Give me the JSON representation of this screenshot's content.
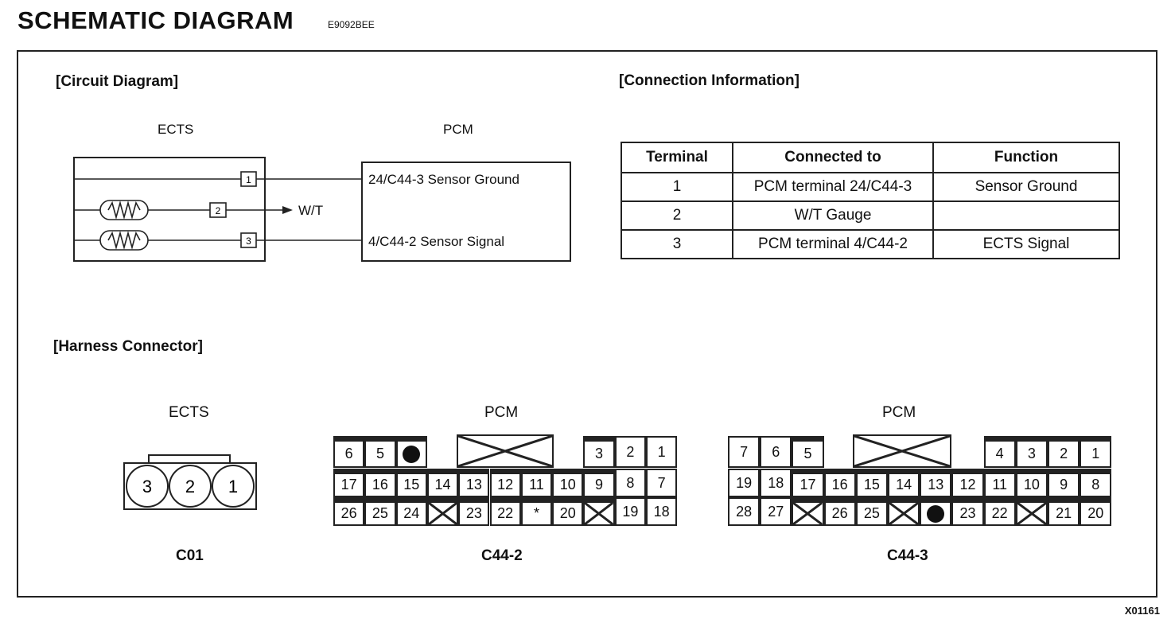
{
  "header": {
    "title": "SCHEMATIC DIAGRAM",
    "code": "E9092BEE"
  },
  "circuit": {
    "section_title": "[Circuit Diagram]",
    "ects_label": "ECTS",
    "pcm_label": "PCM",
    "pins": [
      "1",
      "2",
      "3"
    ],
    "wt_label": "W/T",
    "pcm_line1": "24/C44-3 Sensor Ground",
    "pcm_line2": "4/C44-2 Sensor Signal"
  },
  "connection": {
    "section_title": "[Connection Information]",
    "headers": [
      "Terminal",
      "Connected to",
      "Function"
    ],
    "rows": [
      [
        "1",
        "PCM terminal 24/C44-3",
        "Sensor Ground"
      ],
      [
        "2",
        "W/T Gauge",
        ""
      ],
      [
        "3",
        "PCM terminal 4/C44-2",
        "ECTS Signal"
      ]
    ]
  },
  "harness": {
    "section_title": "[Harness Connector]",
    "ects": {
      "label": "ECTS",
      "pins": [
        "3",
        "2",
        "1"
      ],
      "name": "C01"
    },
    "c442": {
      "label": "PCM",
      "name": "C44-2",
      "row1": [
        "6",
        "5",
        "",
        "3",
        "2",
        "1"
      ],
      "row2": [
        "17",
        "16",
        "15",
        "14",
        "13",
        "12",
        "11",
        "10",
        "9",
        "8",
        "7"
      ],
      "row3": [
        "26",
        "25",
        "24",
        "",
        "23",
        "22",
        "*",
        "20",
        "",
        "19",
        "18"
      ]
    },
    "c443": {
      "label": "PCM",
      "name": "C44-3",
      "row1": [
        "7",
        "6",
        "5",
        "4",
        "3",
        "2",
        "1"
      ],
      "row2": [
        "19",
        "18",
        "17",
        "16",
        "15",
        "14",
        "13",
        "12",
        "11",
        "10",
        "9",
        "8"
      ],
      "row3": [
        "28",
        "27",
        "",
        "26",
        "25",
        "",
        "",
        "23",
        "22",
        "",
        "21",
        "20"
      ]
    }
  },
  "footer": {
    "code": "X01161"
  }
}
